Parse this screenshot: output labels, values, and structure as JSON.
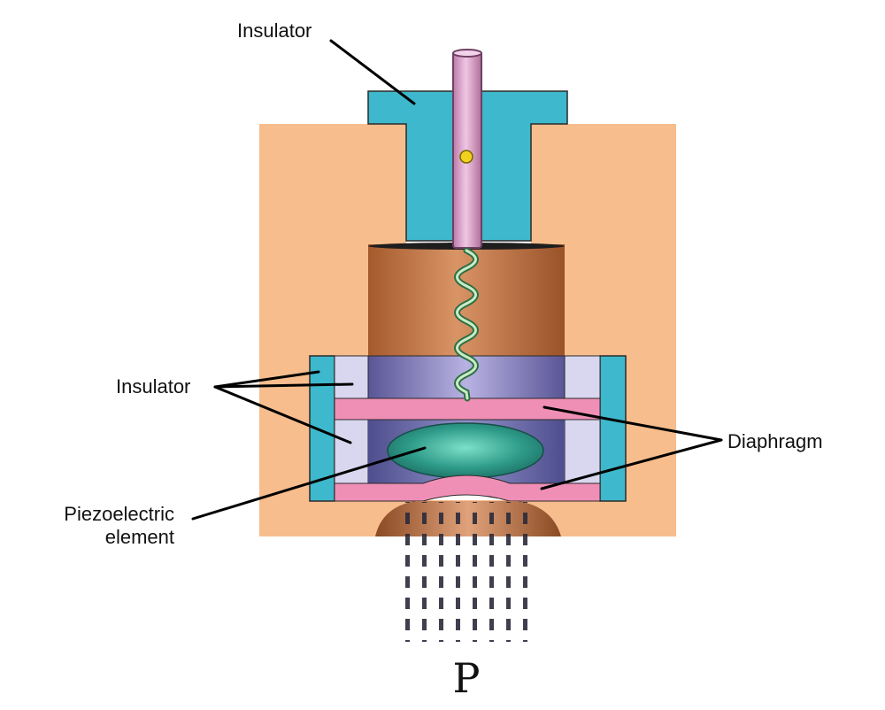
{
  "title": "Piezoelectric pressure sensor cross-section",
  "labels": {
    "insulator_top": "Insulator",
    "insulator_left": "Insulator",
    "diaphragm": "Diaphragm",
    "piezo_line1": "Piezoelectric",
    "piezo_line2": "element",
    "pressure": "P"
  },
  "colors": {
    "housing": "#f7bd8d",
    "insulator": "#3eb8cc",
    "electrode": "#d79bc7",
    "mass": "#b96f3d",
    "spacer": "#d9d7ef",
    "plate": "#8c86c4",
    "diaphragm": "#f08fb6",
    "piezo": "#2f9c8a"
  },
  "icons": [
    "spring-icon",
    "pressure-arrows-icon"
  ]
}
